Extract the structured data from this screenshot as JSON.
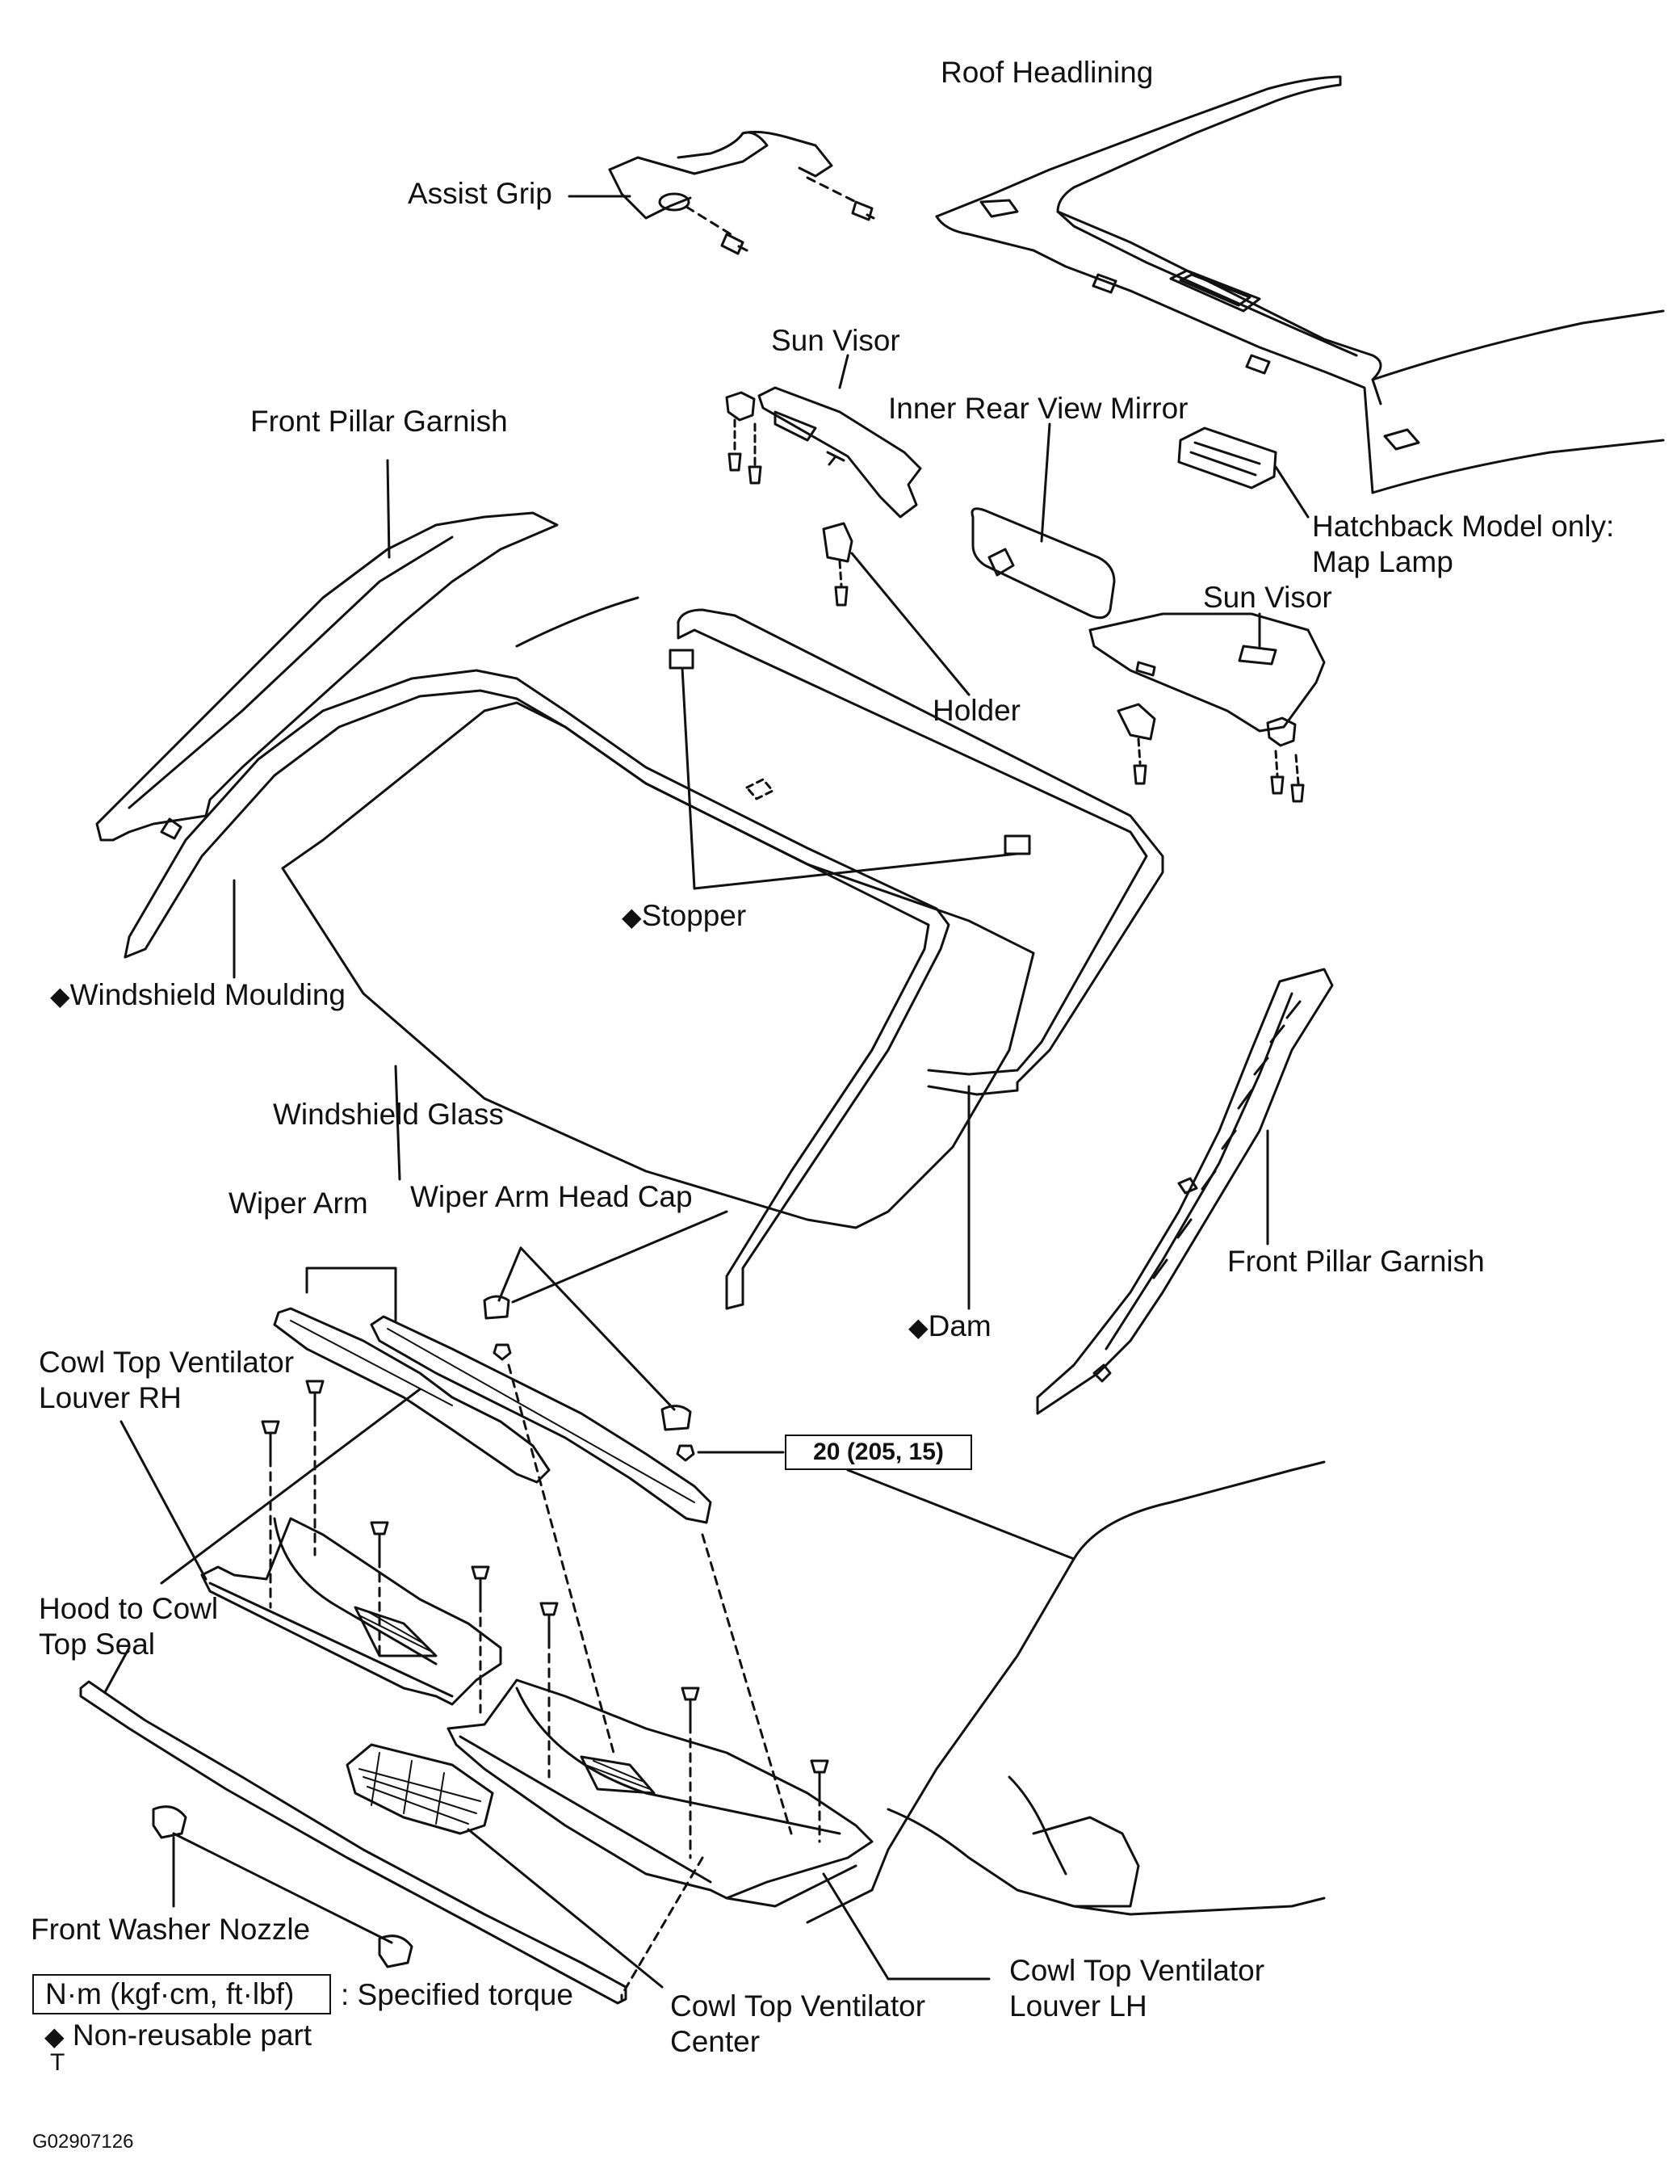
{
  "labels": {
    "roof_headlining": "Roof Headlining",
    "assist_grip": "Assist Grip",
    "sun_visor_upper": "Sun Visor",
    "front_pillar_garnish_left": "Front Pillar Garnish",
    "inner_rear_view_mirror": "Inner Rear View Mirror",
    "hatchback_map_lamp": "Hatchback Model only:\nMap Lamp",
    "sun_visor_lower": "Sun Visor",
    "holder": "Holder",
    "stopper": "Stopper",
    "windshield_moulding": "Windshield Moulding",
    "windshield_glass": "Windshield Glass",
    "wiper_arm": "Wiper Arm",
    "wiper_arm_head_cap": "Wiper Arm Head Cap",
    "front_pillar_garnish_right": "Front Pillar Garnish",
    "dam": "Dam",
    "cowl_top_ventilator_louver_rh": "Cowl Top Ventilator\nLouver RH",
    "hood_to_cowl_top_seal": "Hood to Cowl\nTop Seal",
    "front_washer_nozzle": "Front Washer Nozzle",
    "cowl_top_ventilator_center": "Cowl Top Ventilator\nCenter",
    "cowl_top_ventilator_louver_lh": "Cowl Top Ventilator\nLouver LH"
  },
  "non_reusable_mark": "◆",
  "torque_value": "20 (205, 15)",
  "legend": {
    "torque_unit": "N·m (kgf·cm, ft·lbf)",
    "torque_text": ": Specified torque",
    "non_reusable_text": "Non-reusable part",
    "t_mark": "T"
  },
  "figure_code": "G02907126"
}
